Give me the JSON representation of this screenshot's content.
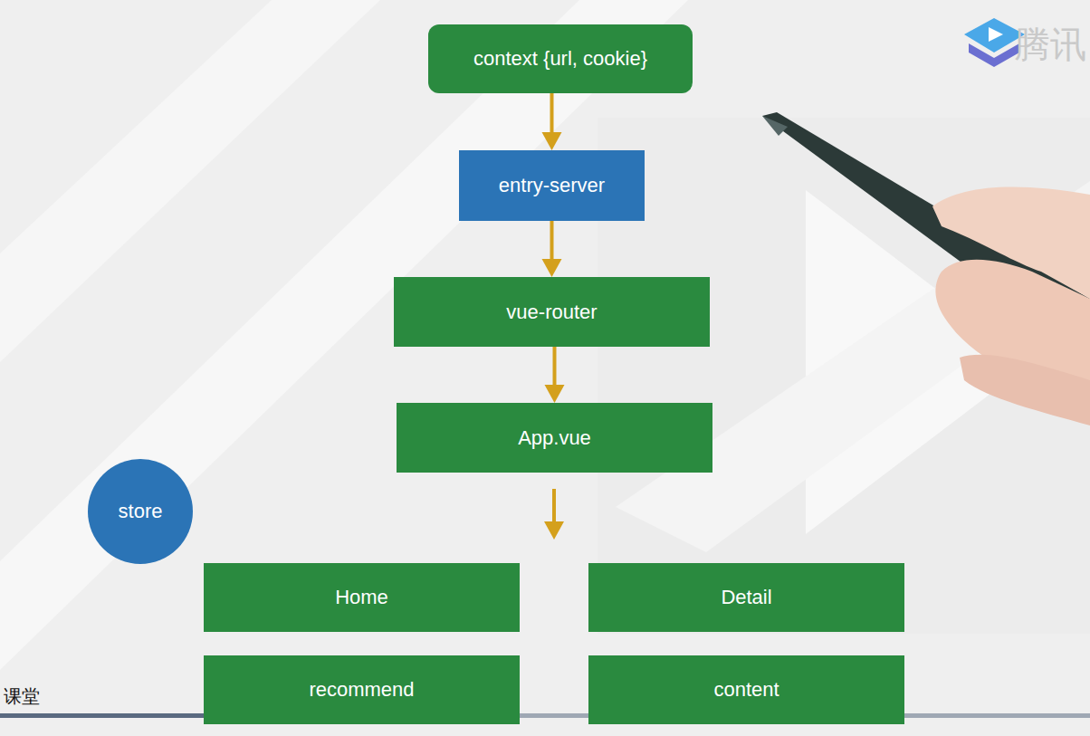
{
  "diagram": {
    "nodes": [
      {
        "text": [
          "context {url, cookie}"
        ]
      },
      {
        "text": [
          "entry-server"
        ]
      },
      {
        "text": [
          "vue-router"
        ]
      },
      {
        "text": [
          "App.vue"
        ]
      },
      {
        "text": [
          "store"
        ]
      },
      {
        "text": [
          "Home"
        ]
      },
      {
        "text": [
          "Detail"
        ]
      },
      {
        "text": [
          "recommend"
        ]
      },
      {
        "text": [
          "content"
        ]
      }
    ],
    "edges": [
      {
        "from": 0,
        "to": 1,
        "arrow": "to"
      },
      {
        "from": 1,
        "to": 2,
        "arrow": "to"
      },
      {
        "from": 2,
        "to": 3,
        "arrow": "to"
      }
    ],
    "labels": [
      "腾讯",
      "课堂"
    ]
  }
}
